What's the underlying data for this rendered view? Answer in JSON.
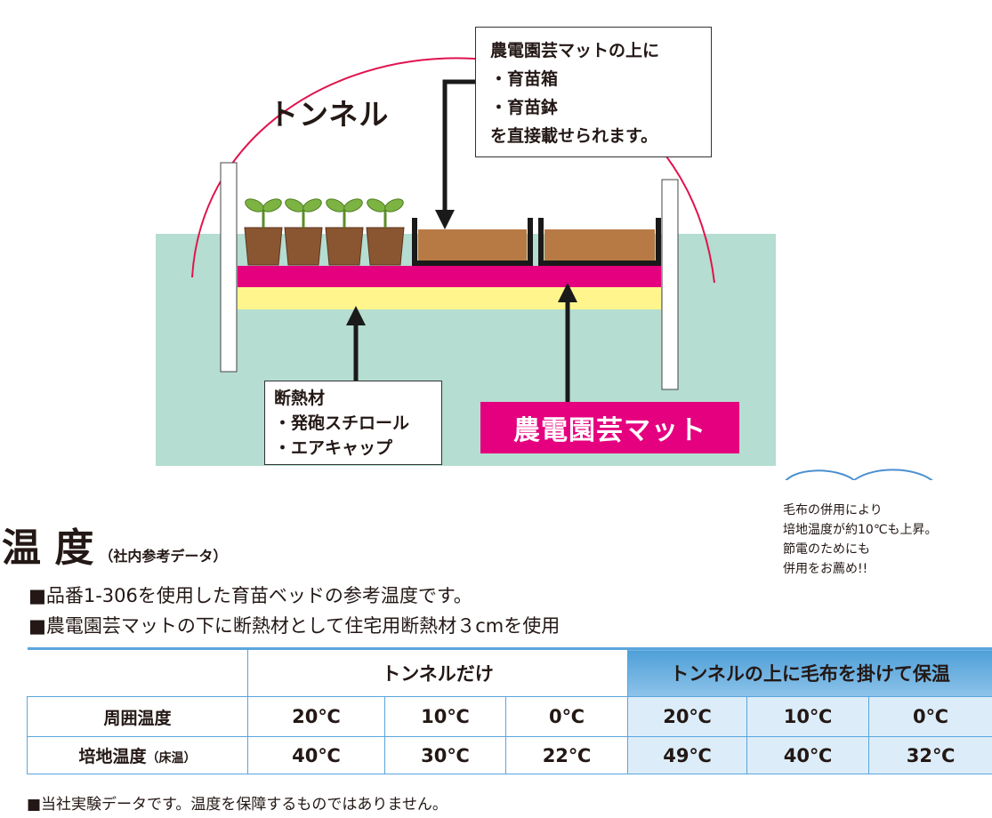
{
  "diagram": {
    "tunnel_label": "トンネル",
    "callout_top": {
      "lines": [
        "農電園芸マットの上に",
        "・育苗箱",
        "・育苗鉢",
        "を直接載せられます。"
      ]
    },
    "callout_bottom": {
      "lines": [
        "断熱材",
        "・発砲スチロール",
        "・エアキャップ"
      ]
    },
    "mat_label": "農電園芸マット",
    "colors": {
      "ground": "#b5ddd1",
      "tunnel_arc": "#e0134e",
      "mat": "#e4007f",
      "insulation": "#fff58c",
      "soil": "#b77a44",
      "pot": "#7b4a2a",
      "leaf": "#7cb342",
      "tray": "#1a1a1a"
    }
  },
  "section": {
    "title": "温 度",
    "subtitle": "（社内参考データ）",
    "desc_1": "■品番1-306を使用した育苗ベッドの参考温度です。",
    "desc_2": "■農電園芸マットの下に断熱材として住宅用断熱材３cmを使用"
  },
  "cloud": {
    "lines": [
      "毛布の併用により",
      "培地温度が約10℃も上昇。",
      "節電のためにも",
      "併用をお薦め!!"
    ],
    "border_color": "#4a8fd0"
  },
  "table": {
    "group_headers": [
      "トンネルだけ",
      "トンネルの上に毛布を掛けて保温"
    ],
    "row_1": {
      "label": "周囲温度",
      "values": [
        "20℃",
        "10℃",
        "0℃",
        "20℃",
        "10℃",
        "0℃"
      ]
    },
    "row_2": {
      "label": "培地温度",
      "label_note": "（床温）",
      "values": [
        "40℃",
        "30℃",
        "22℃",
        "49℃",
        "40℃",
        "32℃"
      ]
    },
    "border_color": "#5aa5dc"
  },
  "footnote": "■当社実験データです。温度を保障するものではありません。"
}
